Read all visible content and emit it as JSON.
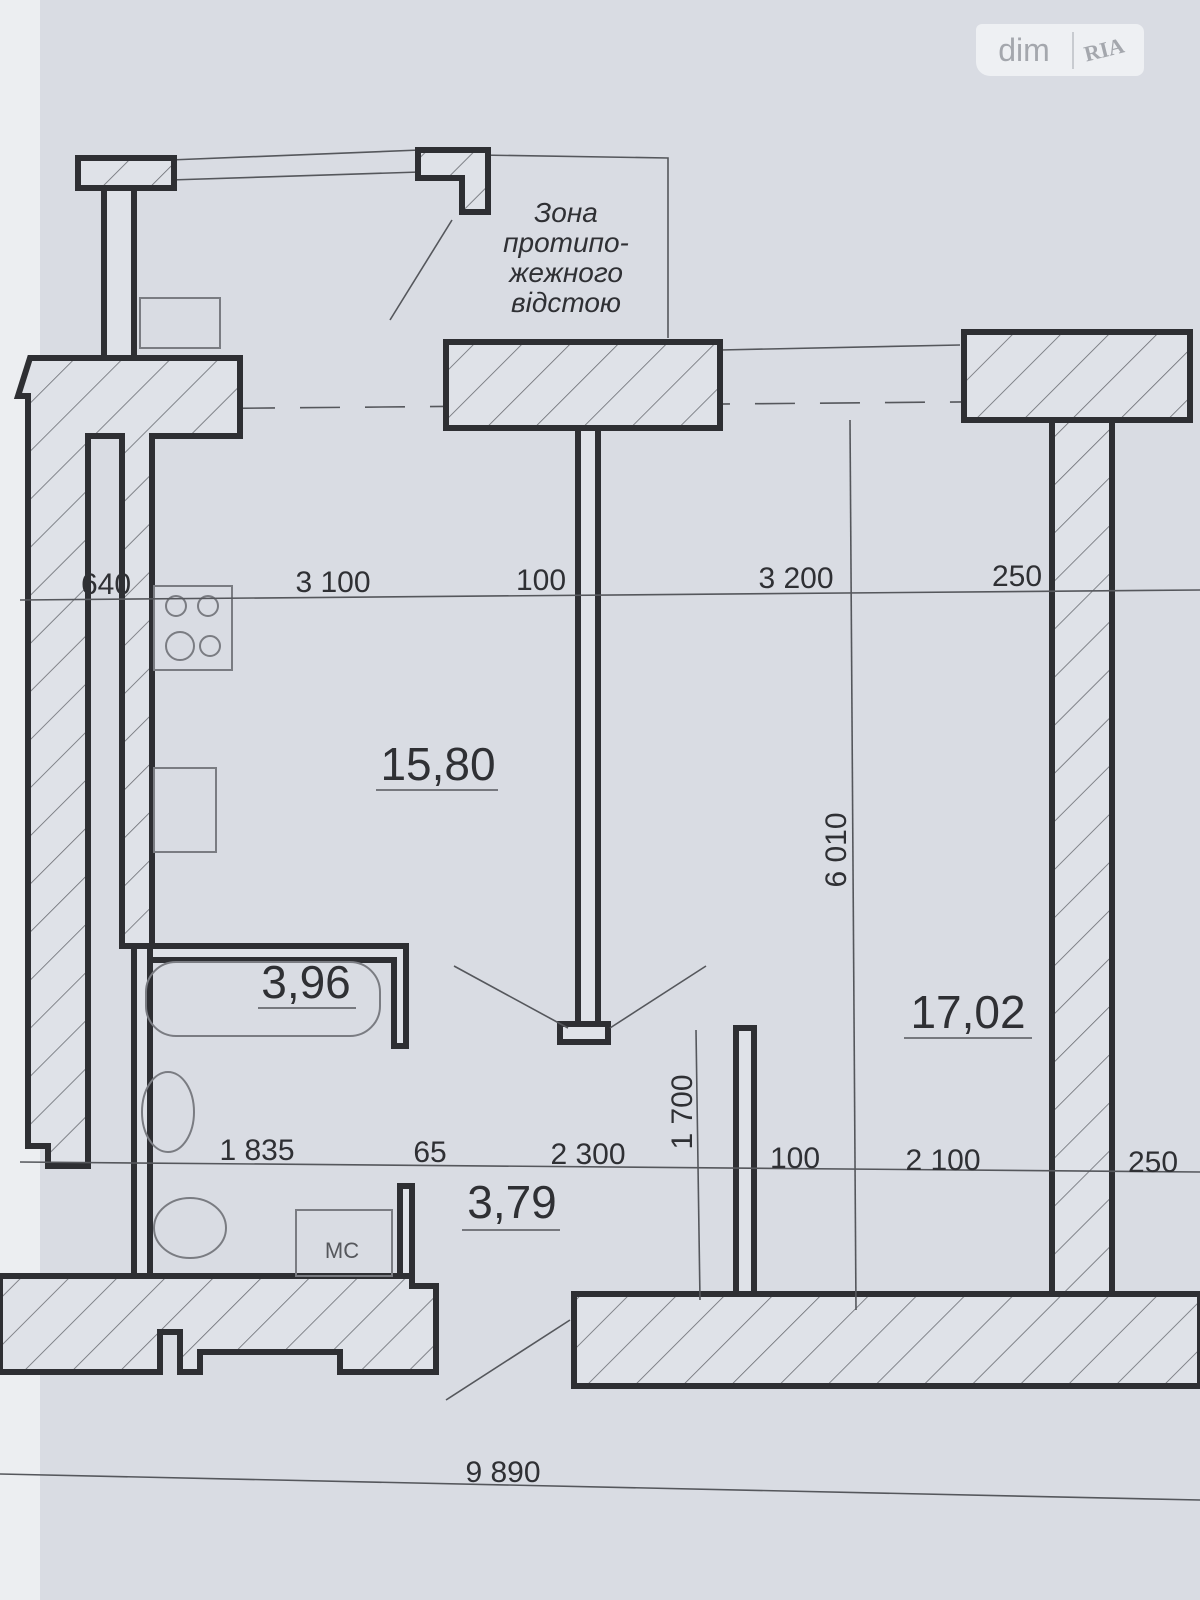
{
  "logo": {
    "brand": "dim",
    "brand2": "RIA"
  },
  "zone_label": [
    "Зона",
    "протипо-",
    "жежного",
    "відстою"
  ],
  "dimensions_top": [
    "640",
    "3 100",
    "100",
    "3 200",
    "250"
  ],
  "dimensions_bottom": [
    "1 835",
    "65",
    "2 300",
    "100",
    "2 100",
    "250"
  ],
  "dimension_vertical": [
    "6 010",
    "1 700"
  ],
  "overall_width": "9 890",
  "areas": {
    "kitchen_living": "15,80",
    "bathroom": "3,96",
    "room": "17,02",
    "hall": "3,79"
  },
  "fixture_label": "МС"
}
